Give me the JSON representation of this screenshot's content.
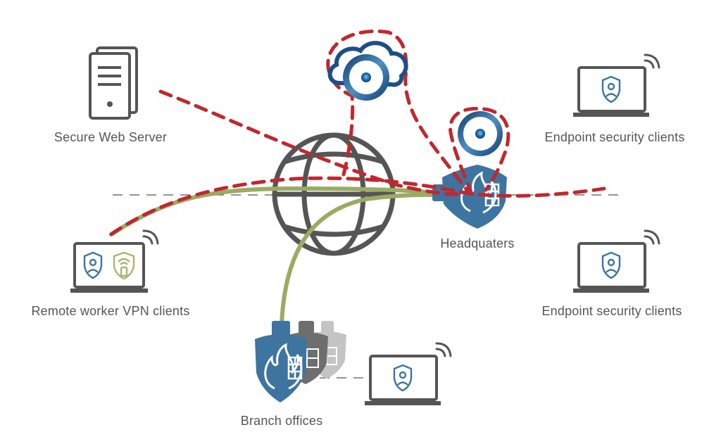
{
  "labels": {
    "secure_web_server": "Secure Web Server",
    "endpoint_top": "Endpoint security clients",
    "headquarters": "Headquaters",
    "endpoint_mid": "Endpoint security clients",
    "remote_vpn": "Remote worker VPN clients",
    "branch_offices": "Branch offices"
  },
  "icons": {
    "server": "server-icon",
    "globe": "globe-icon",
    "cloud": "cloud-sandbox-icon",
    "hq_firewall": "firewall-shield-icon",
    "threat_cloud": "threat-cloud-icon",
    "laptop": "laptop-icon",
    "wifi": "wifi-icon",
    "branch_firewall": "firewall-shield-icon"
  },
  "colors": {
    "outline": "#555555",
    "firewall_blue": "#3d74a0",
    "red_dashed": "#c1272d",
    "green_tunnel": "#9aab63",
    "accent_green": "#a8b570",
    "cloud_blue": "#1d4f86"
  }
}
